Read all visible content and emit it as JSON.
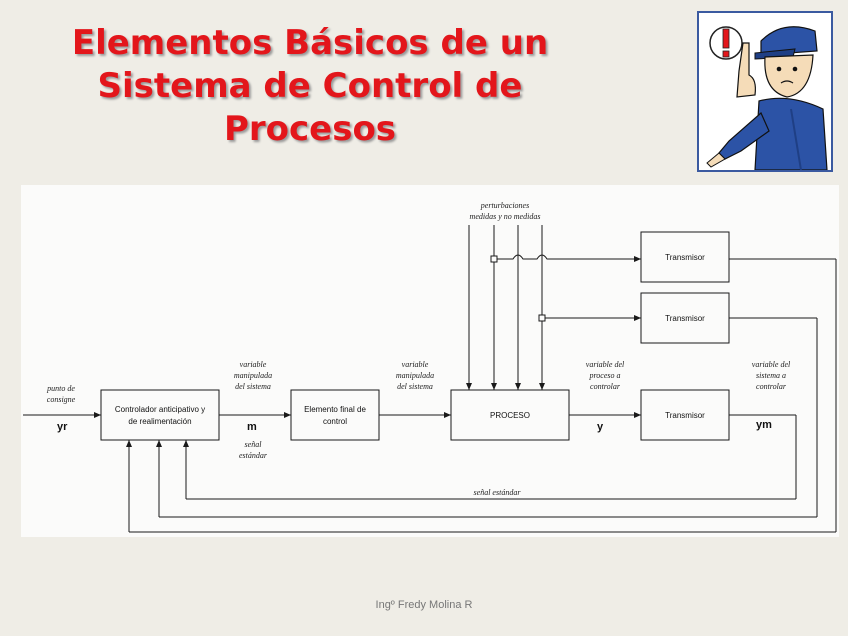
{
  "slide": {
    "title_lines": [
      "Elementos Básicos de un",
      "Sistema de Control de",
      "Procesos"
    ],
    "footer": "Ingº  Fredy  Molina R"
  },
  "diagram": {
    "disturbances_label": [
      "perturbaciones",
      "medidas y no medidas"
    ],
    "setpoint_label": [
      "punto de",
      "consigne"
    ],
    "setpoint_symbol": "yr",
    "controller_label": [
      "Controlador anticipativo y",
      "de realimentación"
    ],
    "manipulated_sys_label": [
      "variable",
      "manipulada",
      "del sistema"
    ],
    "manipulated_symbol": "m",
    "standard_signal_label": [
      "señal",
      "estándar"
    ],
    "final_element_label": [
      "Elemento final de",
      "control"
    ],
    "manipulated_label_2": [
      "variable",
      "manipulada",
      "del sistema"
    ],
    "process_label": "PROCESO",
    "process_var_label": [
      "variable del",
      "proceso a",
      "controlar"
    ],
    "process_var_symbol": "y",
    "transmitter_main": "Transmisor",
    "transmitter_top1": "Transmisor",
    "transmitter_top2": "Transmisor",
    "system_var_label": [
      "variable del",
      "sistema a",
      "controlar"
    ],
    "system_var_symbol": "ym",
    "feedback_label": "señal estándar"
  },
  "colors": {
    "title": "#e3161b",
    "line": "#1a1a1a",
    "background": "#efede6"
  }
}
